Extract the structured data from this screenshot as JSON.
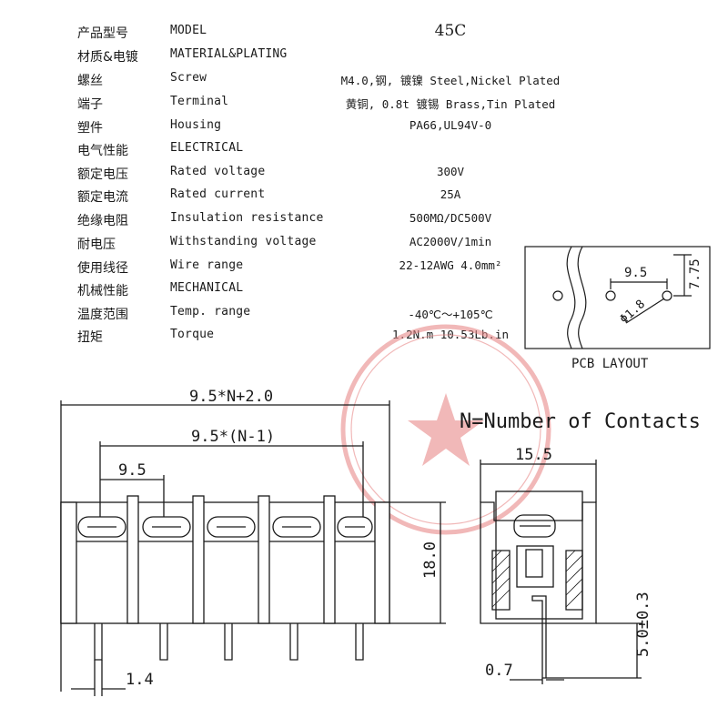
{
  "spec_table": {
    "rows": [
      {
        "cn": "产品型号",
        "en": "MODEL",
        "value": "45C"
      },
      {
        "cn": "材质&电镀",
        "en": "MATERIAL&PLATING",
        "value": ""
      },
      {
        "cn": "螺丝",
        "en": "Screw",
        "value": "M4.0,钢, 镀镍 Steel,Nickel Plated"
      },
      {
        "cn": "端子",
        "en": "Terminal",
        "value": "黄铜, 0.8t 镀锡 Brass,Tin Plated"
      },
      {
        "cn": "塑件",
        "en": "Housing",
        "value": "PA66,UL94V-0"
      },
      {
        "cn": "电气性能",
        "en": "ELECTRICAL",
        "value": ""
      },
      {
        "cn": "额定电压",
        "en": "Rated voltage",
        "value": "300V"
      },
      {
        "cn": "额定电流",
        "en": "Rated current",
        "value": "25A"
      },
      {
        "cn": "绝缘电阻",
        "en": "Insulation resistance",
        "value": "500MΩ/DC500V"
      },
      {
        "cn": "耐电压",
        "en": "Withstanding voltage",
        "value": "AC2000V/1min"
      },
      {
        "cn": "使用线径",
        "en": "Wire range",
        "value": "22-12AWG 4.0mm²"
      },
      {
        "cn": "机械性能",
        "en": "MECHANICAL",
        "value": ""
      },
      {
        "cn": "温度范围",
        "en": "Temp. range",
        "value": "-40℃～+105℃"
      },
      {
        "cn": "扭矩",
        "en": "Torque",
        "value": "1.2N.m  10.53Lb.in"
      }
    ]
  },
  "pcb_layout": {
    "caption": "PCB LAYOUT",
    "pitch": "9.5",
    "row_offset": "7.75",
    "hole_dia": "Φ1.8"
  },
  "front_view": {
    "overall_width": "9.5*N+2.0",
    "pitch_span": "9.5*(N-1)",
    "pitch": "9.5",
    "height": "18.0",
    "pin_width": "1.4"
  },
  "side_view": {
    "legend": "N=Number of Contacts",
    "width": "15.5",
    "pin_length": "5.0±0.3",
    "pin_thickness": "0.7"
  },
  "watermark": {
    "color": "#e88a8a"
  }
}
